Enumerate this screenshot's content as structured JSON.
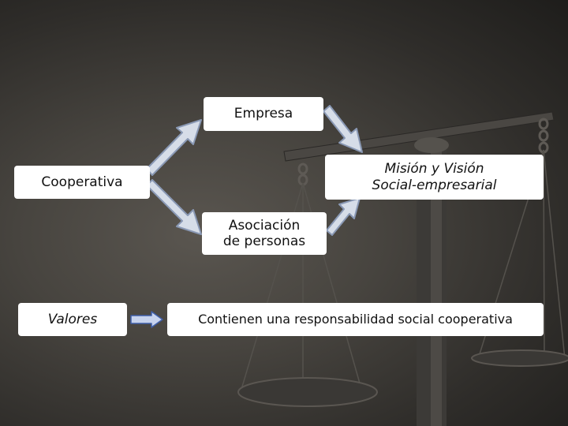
{
  "colors": {
    "arrow_fill": "#d6dde8",
    "arrow_stroke": "#8a99b5",
    "small_arrow_fill": "#c7d3ee",
    "small_arrow_stroke": "#3e5ea8",
    "box_fill": "#ffffff"
  },
  "diagram": {
    "empresa": "Empresa",
    "cooperativa": "Cooperativa",
    "mision_line1": "Misión y Visión",
    "mision_line2": "Social-empresarial",
    "asociacion_line1": "Asociación",
    "asociacion_line2": "de personas",
    "valores": "Valores",
    "contienen": "Contienen una responsabilidad social cooperativa"
  },
  "background_icon": "balance-scale-icon"
}
